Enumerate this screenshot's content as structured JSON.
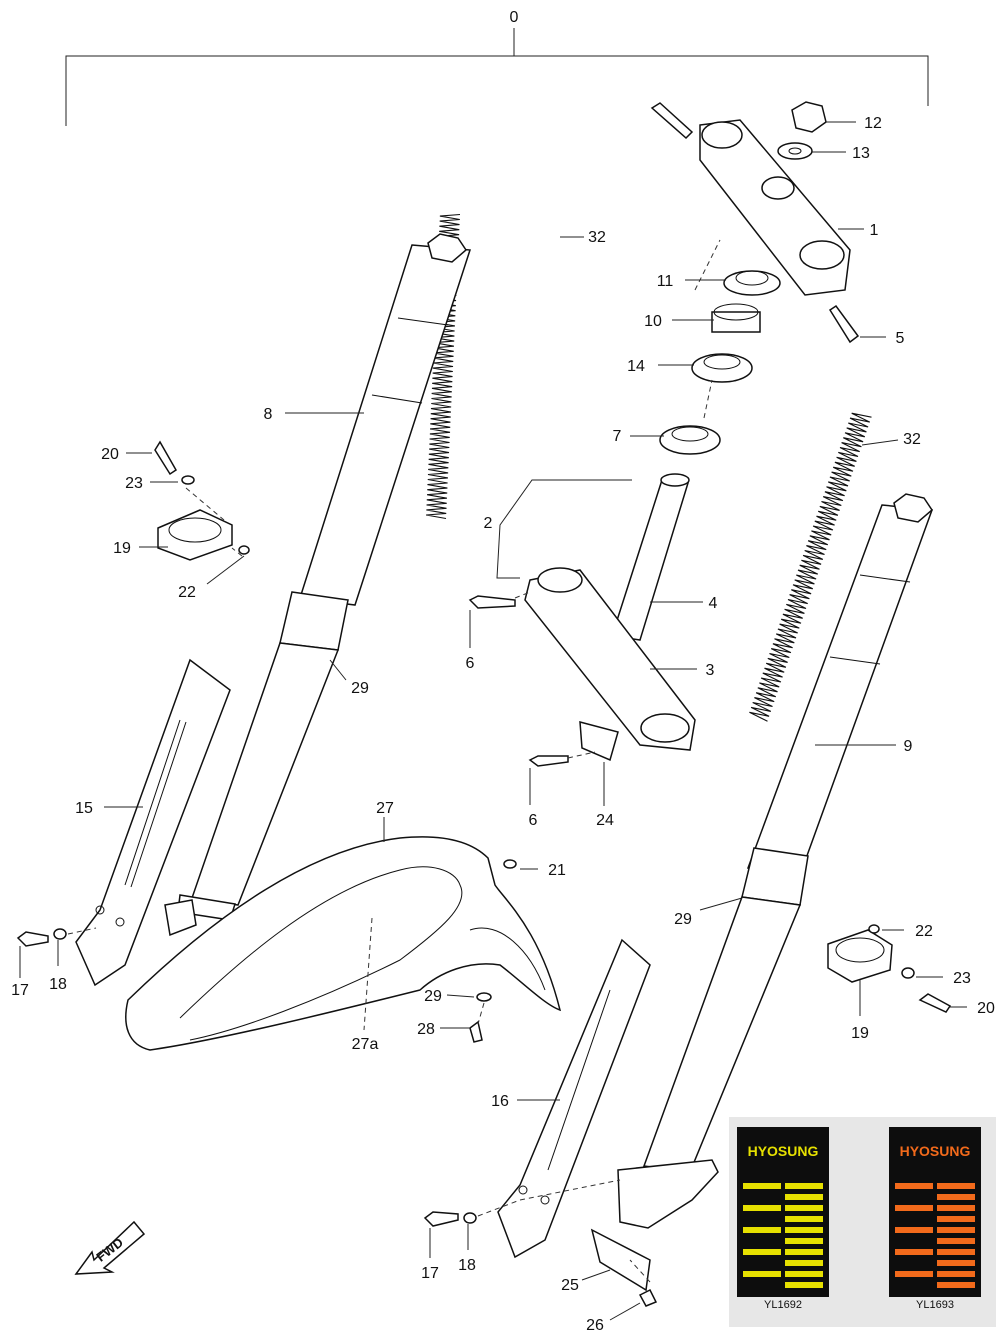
{
  "diagram": {
    "root_label": "0",
    "callouts": [
      {
        "id": "c1",
        "text": "1"
      },
      {
        "id": "c2",
        "text": "2"
      },
      {
        "id": "c3",
        "text": "3"
      },
      {
        "id": "c4",
        "text": "4"
      },
      {
        "id": "c5",
        "text": "5"
      },
      {
        "id": "c6a",
        "text": "6"
      },
      {
        "id": "c6b",
        "text": "6"
      },
      {
        "id": "c7",
        "text": "7"
      },
      {
        "id": "c8",
        "text": "8"
      },
      {
        "id": "c9",
        "text": "9"
      },
      {
        "id": "c10",
        "text": "10"
      },
      {
        "id": "c11",
        "text": "11"
      },
      {
        "id": "c12",
        "text": "12"
      },
      {
        "id": "c13",
        "text": "13"
      },
      {
        "id": "c14",
        "text": "14"
      },
      {
        "id": "c15",
        "text": "15"
      },
      {
        "id": "c16",
        "text": "16"
      },
      {
        "id": "c17a",
        "text": "17"
      },
      {
        "id": "c17b",
        "text": "17"
      },
      {
        "id": "c18a",
        "text": "18"
      },
      {
        "id": "c18b",
        "text": "18"
      },
      {
        "id": "c19a",
        "text": "19"
      },
      {
        "id": "c19b",
        "text": "19"
      },
      {
        "id": "c20a",
        "text": "20"
      },
      {
        "id": "c20b",
        "text": "20"
      },
      {
        "id": "c21",
        "text": "21"
      },
      {
        "id": "c22a",
        "text": "22"
      },
      {
        "id": "c22b",
        "text": "22"
      },
      {
        "id": "c23a",
        "text": "23"
      },
      {
        "id": "c23b",
        "text": "23"
      },
      {
        "id": "c24",
        "text": "24"
      },
      {
        "id": "c25",
        "text": "25"
      },
      {
        "id": "c26",
        "text": "26"
      },
      {
        "id": "c27",
        "text": "27"
      },
      {
        "id": "c27a",
        "text": "27a"
      },
      {
        "id": "c28",
        "text": "28"
      },
      {
        "id": "c29a",
        "text": "29"
      },
      {
        "id": "c29b",
        "text": "29"
      },
      {
        "id": "c29c",
        "text": "29"
      },
      {
        "id": "c32a",
        "text": "32"
      },
      {
        "id": "c32b",
        "text": "32"
      }
    ],
    "fwd_label": "FWD"
  },
  "decals": [
    {
      "brand": "HYOSUNG",
      "code": "YL1692",
      "stripe_color": "#e6e000",
      "brand_color": "#e6e000"
    },
    {
      "brand": "HYOSUNG",
      "code": "YL1693",
      "stripe_color": "#f26a1b",
      "brand_color": "#f26a1b"
    }
  ]
}
